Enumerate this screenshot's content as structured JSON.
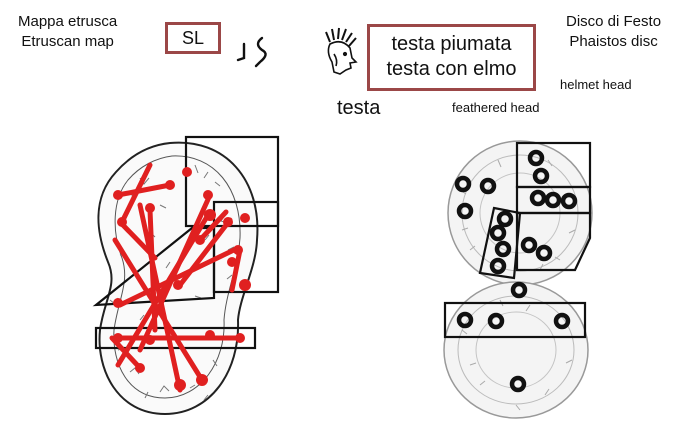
{
  "labels": {
    "left_title_line1": "Mappa etrusca",
    "left_title_line2": "Etruscan map",
    "right_title_line1": "Disco di Festo",
    "right_title_line2": "Phaistos disc",
    "sl": "SL",
    "italian_line1": "testa piumata",
    "italian_line2": "testa con elmo",
    "testa": "testa",
    "feathered_head": "feathered head",
    "helmet_head": "helmet head"
  },
  "icons": [
    "etruscan-glyph-icon",
    "feathered-head-icon"
  ],
  "colors": {
    "accent_box": "#9b4747",
    "red_marks": "#e02020",
    "outline": "#111111"
  }
}
